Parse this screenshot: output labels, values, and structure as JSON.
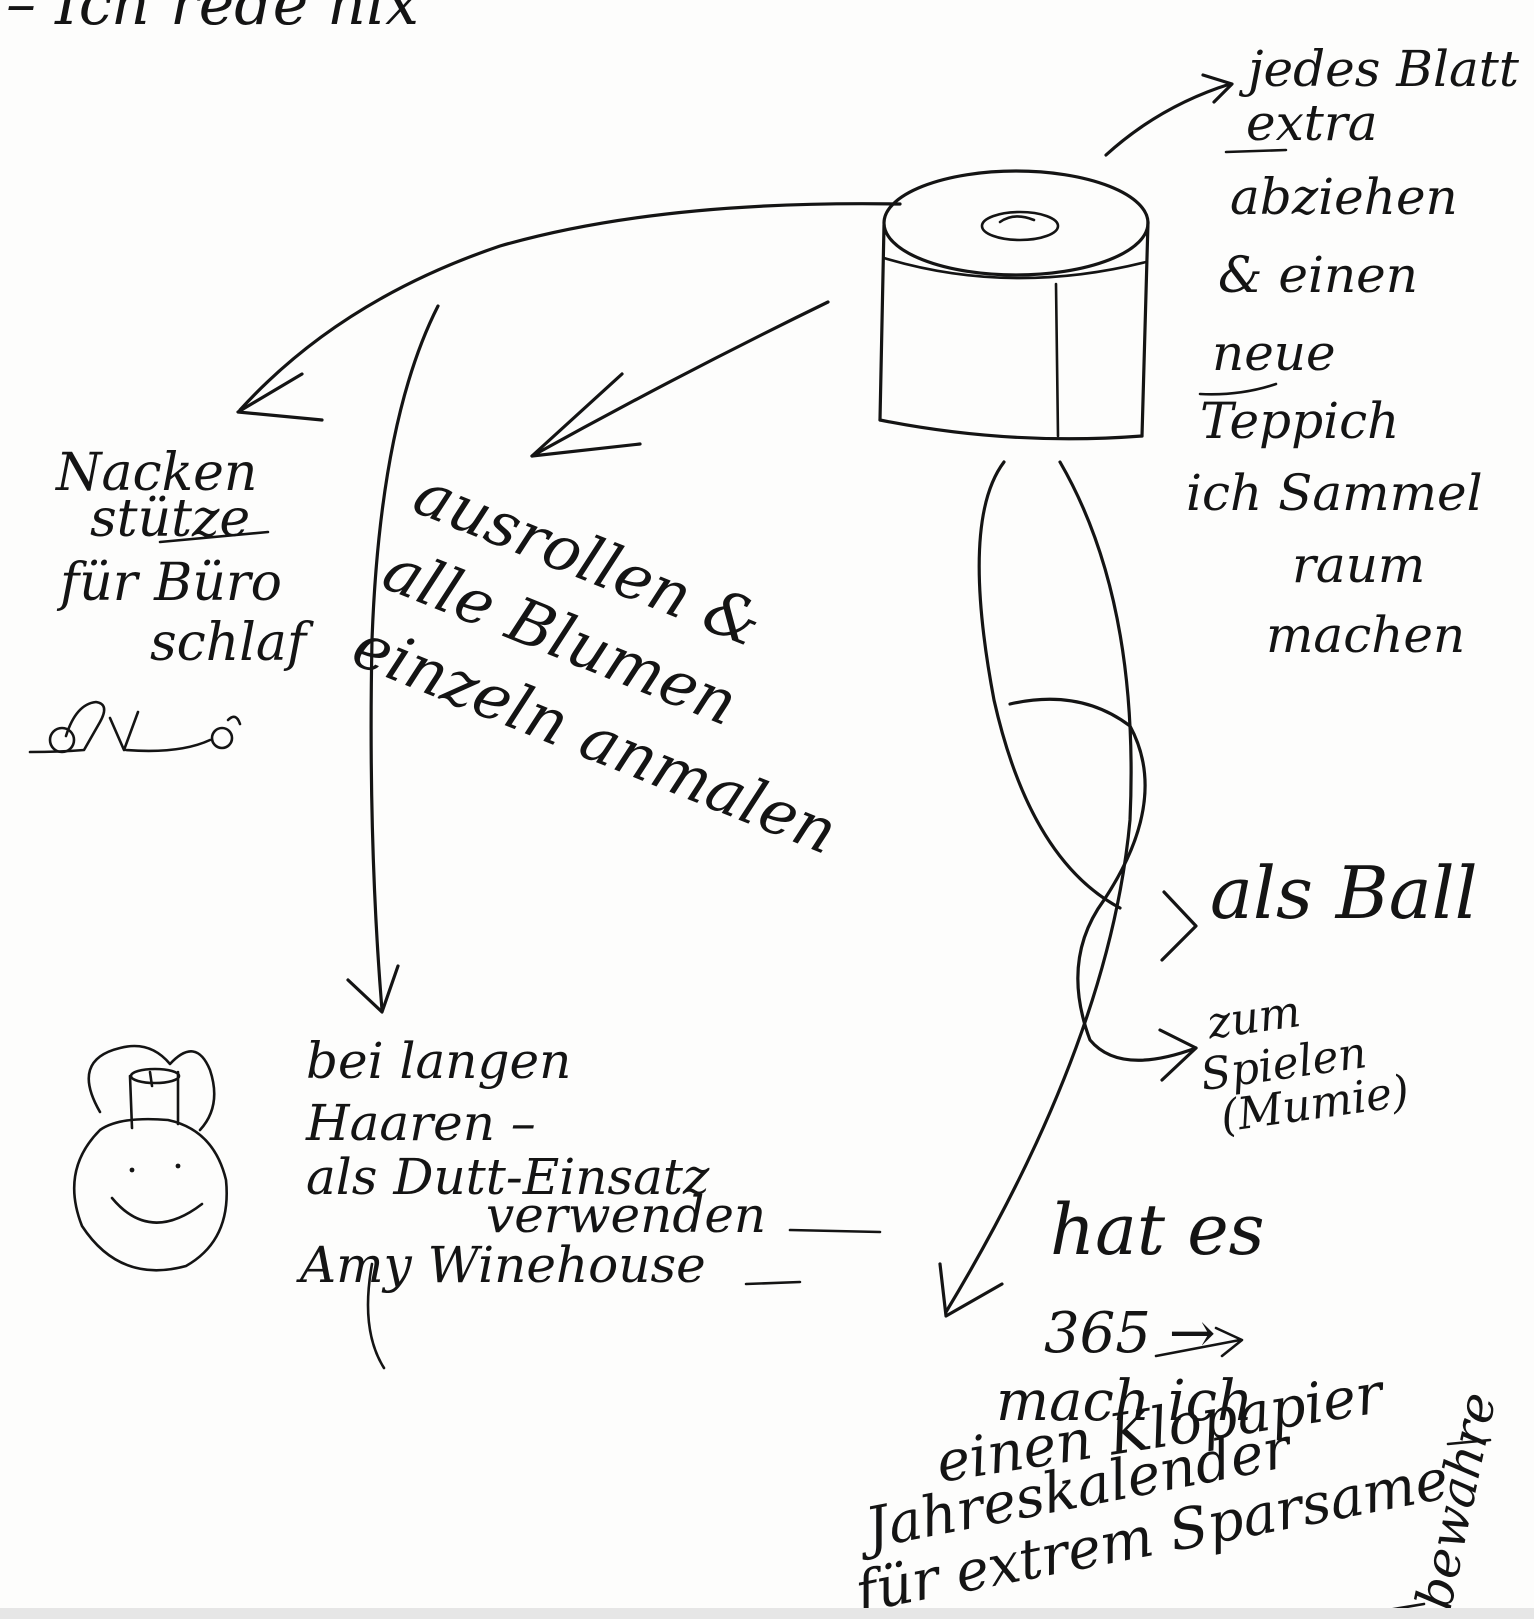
{
  "notes": {
    "top": "– Ich rede nix",
    "top_right": [
      "jedes Blatt",
      "extra",
      "abziehen",
      "& einen",
      "neue",
      "Teppich",
      "ich Sammel",
      "raum",
      "machen"
    ],
    "left": [
      "Nacken",
      "stütze",
      "für Büro",
      "schlaf"
    ],
    "center": [
      "ausrollen &",
      "alle Blumen",
      "einzeln anmalen"
    ],
    "right_ball": "als Ball",
    "right_play": [
      "zum",
      "Spielen",
      "(Mumie)"
    ],
    "bottom_left": [
      "bei langen",
      "Haaren –",
      "als Dutt-Einsatz",
      "verwenden",
      "Amy Winehouse"
    ],
    "bottom_right": [
      "hat es",
      "365 →",
      "mach ich",
      "einen Klopapier",
      "Jahreskalender",
      "für extrem Sparsame"
    ],
    "bottom_right_side": "bewahre"
  },
  "icons": {
    "toilet_roll": "toilet-paper-roll-sketch",
    "car": "car-sketch",
    "face": "face-with-bun-sketch"
  },
  "colors": {
    "ink": "#141414",
    "paper": "#fdfdfc"
  }
}
